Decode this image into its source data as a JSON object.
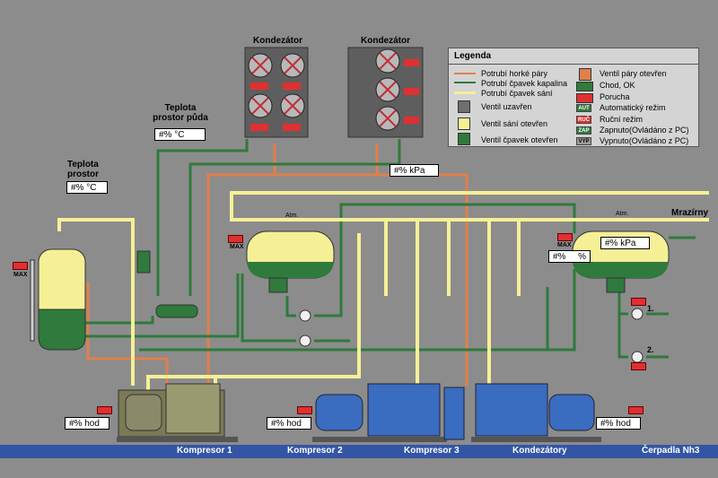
{
  "labels": {
    "condenser_left": "Kondezátor",
    "condenser_right": "Kondezátor",
    "attic_temp_title": "Teplota\nprostor půda",
    "room_temp_title": "Teplota\nprostor",
    "freezers": "Mrazírny",
    "max1": "MAX",
    "max2": "MAX",
    "max3": "MAX",
    "atm1": "Atm.",
    "atm2": "Atm.",
    "pump1": "1.",
    "pump2": "2."
  },
  "values": {
    "attic_temp": "#% °C",
    "room_temp": "#% °C",
    "pressure_top": "#% kPa",
    "pressure_right": "#% kPa",
    "level_right": "#%",
    "level_right_unit": "%",
    "hours_c1": "#% hod",
    "hours_c2": "#% hod",
    "hours_c3": "#% hod"
  },
  "legend": {
    "title": "Legenda",
    "items_left": [
      "Potrubí horké páry",
      "Potrubí čpavek kapalina",
      "Potrubí čpavek sání",
      "Ventil uzavřen",
      "Ventil sání otevřen",
      "Ventil čpavek otevřen"
    ],
    "items_right": [
      "Ventil páry otevřen",
      "Chod, OK",
      "Porucha",
      "Automatický režim",
      "Ruční režim",
      "Zapnuto(Ovládáno z PC)",
      "Vypnuto(Ovládáno z PC)"
    ],
    "badges": [
      "AUT",
      "RUČ",
      "ZAP",
      "VYP"
    ]
  },
  "bottom_bar": [
    "Kompresor 1",
    "Kompresor 2",
    "Kompresor 3",
    "Kondezátory",
    "Čerpadla Nh3"
  ],
  "colors": {
    "background": "#8c8c8c",
    "hot_vapor": "#e0804a",
    "liquid": "#2f7a3c",
    "suction": "#f5f096",
    "alarm": "#e03030",
    "bar": "#3355a5"
  }
}
